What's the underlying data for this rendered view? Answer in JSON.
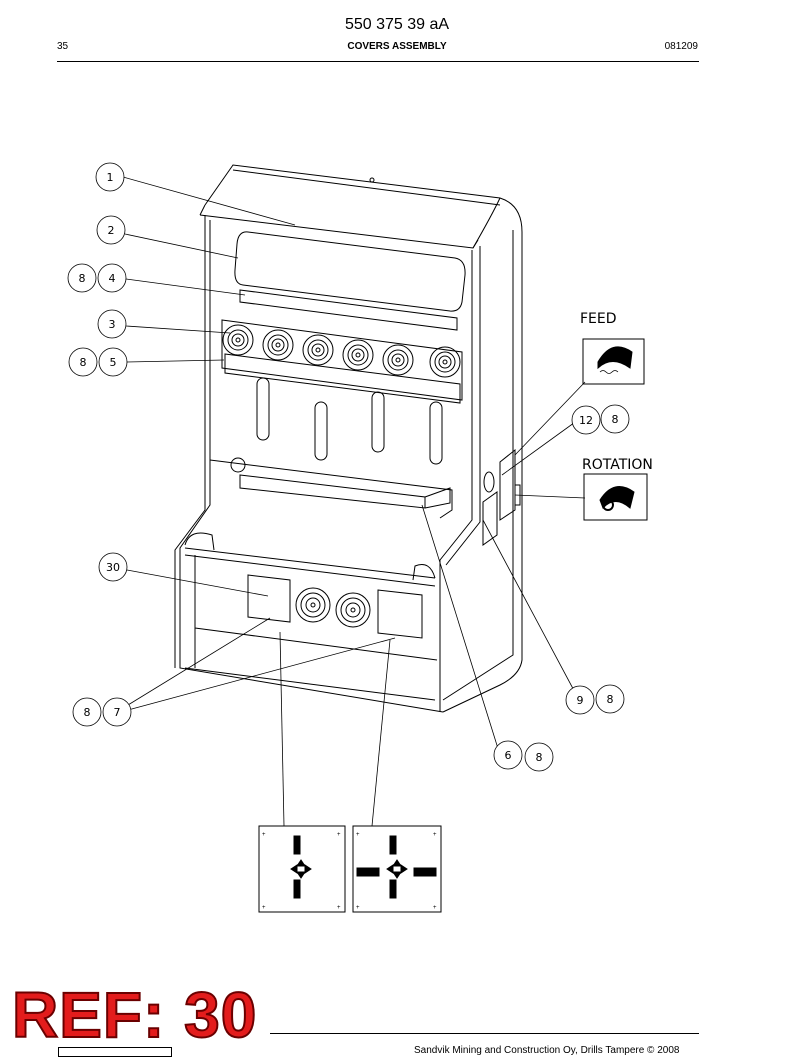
{
  "header": {
    "doc_number": "550 375 39 aA",
    "page_number": "35",
    "title": "COVERS ASSEMBLY",
    "date_code": "081209"
  },
  "callouts": {
    "c1": "1",
    "c2": "2",
    "c3": "3",
    "c4": "4",
    "c5": "5",
    "c6": "6",
    "c7": "7",
    "c8a": "8",
    "c8b": "8",
    "c8c": "8",
    "c8d": "8",
    "c8e": "8",
    "c8f": "8",
    "c9": "9",
    "c12": "12",
    "c30": "30"
  },
  "labels": {
    "feed": "FEED",
    "rotation": "ROTATION"
  },
  "stamp": "REF: 30",
  "footer": {
    "copyright": "Sandvik Mining and Construction Oy, Drills Tampere © 2008"
  }
}
